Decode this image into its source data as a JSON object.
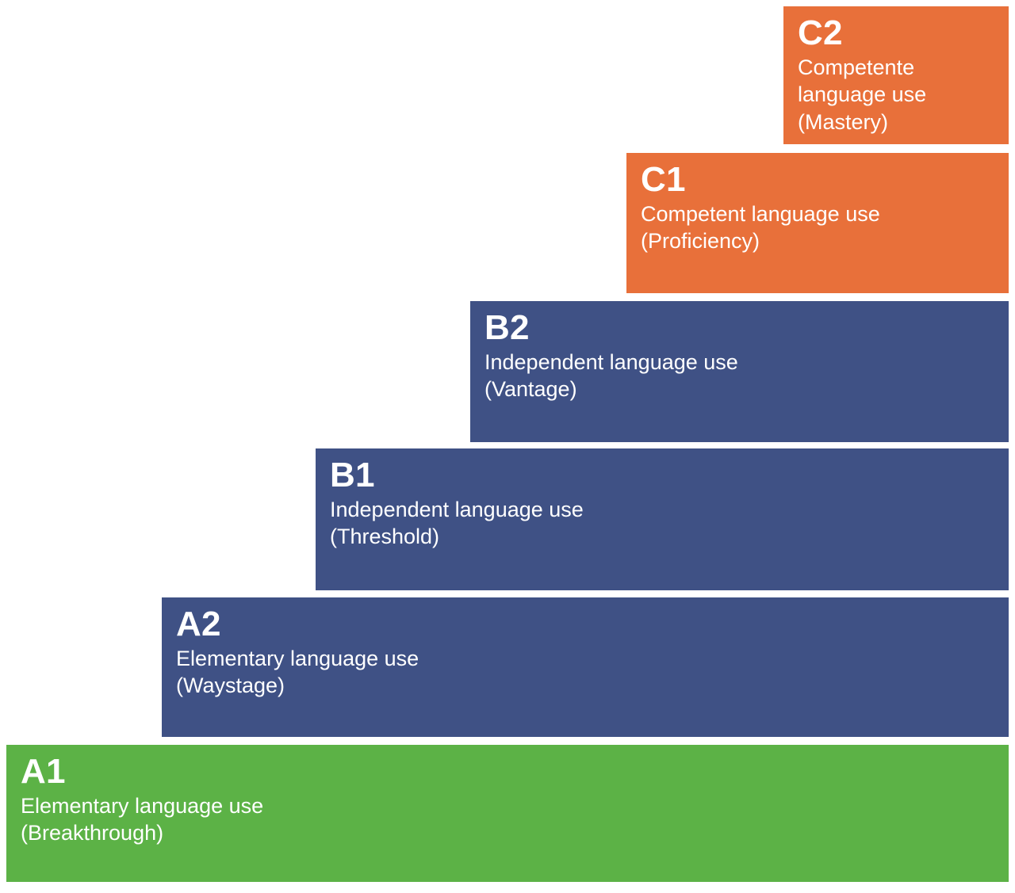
{
  "diagram": {
    "title": "CEFR Common European Framework language level staircase",
    "type": "staircase",
    "palette": {
      "orange": "#E8703A",
      "blue": "#3F5185",
      "green": "#5CB246",
      "background": "#FFFFFF",
      "text": "#FFFFFF"
    },
    "levels": [
      {
        "code": "C2",
        "description": "Competente\nlanguage use\n(Mastery)",
        "description_flat": "Competente language use (Mastery)",
        "band": "Competent",
        "color": "#E8703A",
        "order": 6
      },
      {
        "code": "C1",
        "description": "Competent language use\n(Proficiency)",
        "description_flat": "Competent language use (Proficiency)",
        "band": "Competent",
        "color": "#E8703A",
        "order": 5
      },
      {
        "code": "B2",
        "description": "Independent language use\n(Vantage)",
        "description_flat": "Independent language use (Vantage)",
        "band": "Independent",
        "color": "#3F5185",
        "order": 4
      },
      {
        "code": "B1",
        "description": "Independent language use\n(Threshold)",
        "description_flat": "Independent language use (Threshold)",
        "band": "Independent",
        "color": "#3F5185",
        "order": 3
      },
      {
        "code": "A2",
        "description": "Elementary language use\n(Waystage)",
        "description_flat": "Elementary language use (Waystage)",
        "band": "Elementary",
        "color": "#3F5185",
        "order": 2
      },
      {
        "code": "A1",
        "description": "Elementary language use\n(Breakthrough)",
        "description_flat": "Elementary language use (Breakthrough)",
        "band": "Elementary",
        "color": "#5CB246",
        "order": 1
      }
    ]
  }
}
